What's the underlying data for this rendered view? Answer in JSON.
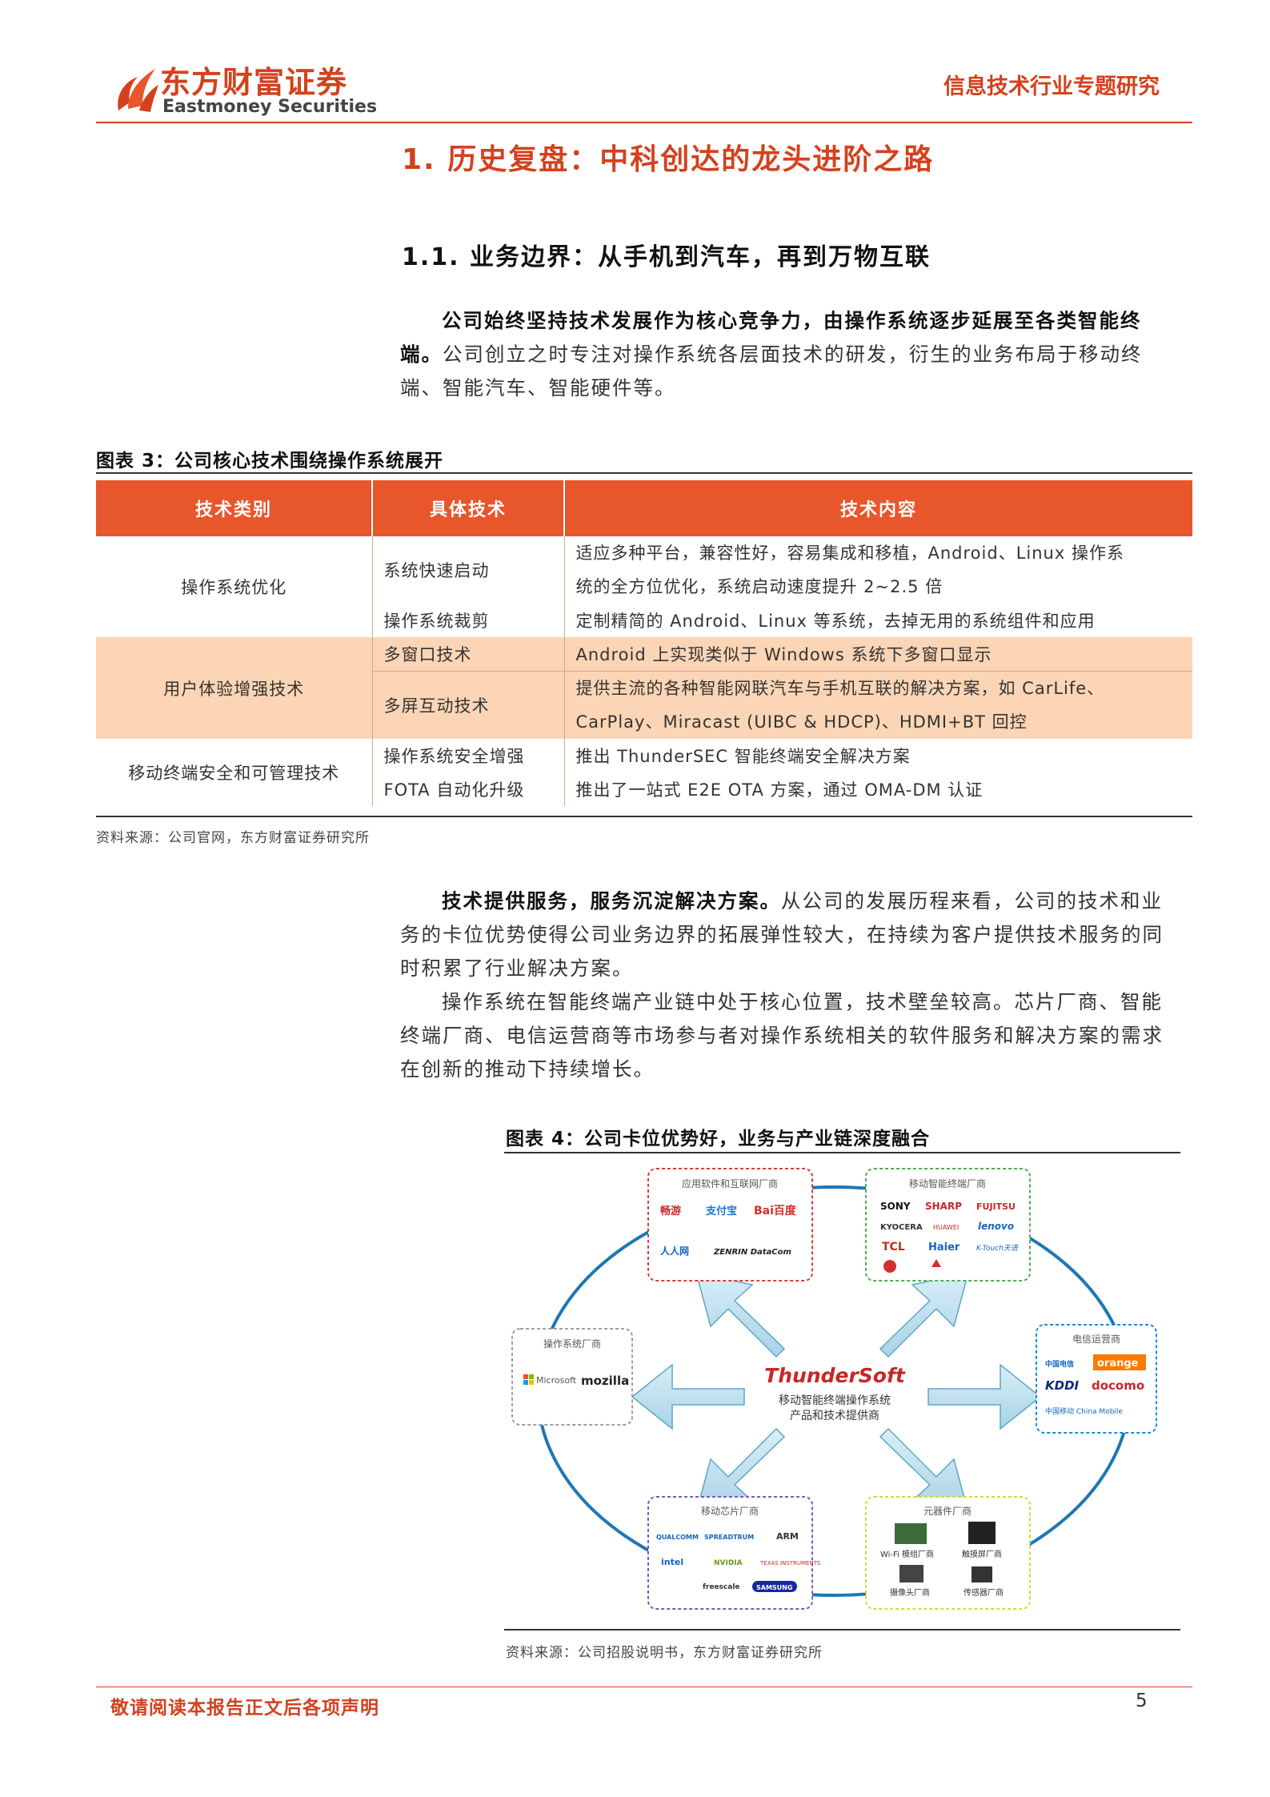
{
  "header": {
    "logo_cn": "东方财富证券",
    "logo_en": "Eastmoney Securities",
    "report_type": "信息技术行业专题研究"
  },
  "section": {
    "h1": "1. 历史复盘：中科创达的龙头进阶之路",
    "h2": "1.1.  业务边界：从手机到汽车，再到万物互联"
  },
  "intro": {
    "bold": "公司始终坚持技术发展作为核心竞争力，由操作系统逐步延展至各类智能终端。",
    "body": "公司创立之时专注对操作系统各层面技术的研发，衍生的业务布局于移动终端、智能汽车、智能硬件等。"
  },
  "fig3": {
    "title": "图表 3：公司核心技术围绕操作系统展开",
    "headers": [
      "技术类别",
      "具体技术",
      "技术内容"
    ],
    "rows": [
      {
        "category": "操作系统优化",
        "tech": "系统快速启动",
        "content_l1": "适应多种平台，兼容性好，容易集成和移植，Android、Linux 操作系",
        "content_l2": "统的全方位优化，系统启动速度提升 2~2.5 倍"
      },
      {
        "tech": "操作系统裁剪",
        "content": "定制精简的 Android、Linux 等系统，去掉无用的系统组件和应用"
      },
      {
        "category": "用户体验增强技术",
        "tech": "多窗口技术",
        "content": "Android 上实现类似于 Windows 系统下多窗口显示"
      },
      {
        "tech": "多屏互动技术",
        "content_l1": "提供主流的各种智能网联汽车与手机互联的解决方案，如 CarLife、",
        "content_l2": "CarPlay、Miracast (UIBC & HDCP)、HDMI+BT 回控"
      },
      {
        "category": "移动终端安全和可管理技术",
        "tech": "操作系统安全增强",
        "content": "推出 ThunderSEC 智能终端安全解决方案"
      },
      {
        "tech": "FOTA 自动化升级",
        "content": "推出了一站式 E2E OTA 方案，通过 OMA-DM 认证"
      }
    ],
    "source": "资料来源：公司官网，东方财富证券研究所"
  },
  "body2": {
    "p1_bold": "技术提供服务，服务沉淀解决方案。",
    "p1": "从公司的发展历程来看，公司的技术和业务的卡位优势使得公司业务边界的拓展弹性较大，在持续为客户提供技术服务的同时积累了行业解决方案。",
    "p2": "操作系统在智能终端产业链中处于核心位置，技术壁垒较高。芯片厂商、智能终端厂商、电信运营商等市场参与者对操作系统相关的软件服务和解决方案的需求在创新的推动下持续增长。"
  },
  "fig4": {
    "title": "图表 4：公司卡位优势好，业务与产业链深度融合",
    "center_logo": "ThunderSoft",
    "center_l1": "移动智能终端操作系统",
    "center_l2": "产品和技术提供商",
    "box_apps": {
      "title": "应用软件和互联网厂商",
      "logos": [
        "畅游",
        "支付宝",
        "Bai百度",
        "人人网",
        "ZENRIN DataCom"
      ]
    },
    "box_devices": {
      "title": "移动智能终端厂商",
      "logos": [
        "SONY",
        "SHARP",
        "FUJITSU",
        "KYOCERA",
        "HUAWEI",
        "lenovo",
        "TCL",
        "Haier",
        "K-Touch天语"
      ]
    },
    "box_os": {
      "title": "操作系统厂商",
      "logos": [
        "Microsoft",
        "mozilla"
      ]
    },
    "box_telecom": {
      "title": "电信运营商",
      "logos": [
        "中国电信",
        "orange",
        "KDDI",
        "docomo",
        "中国移动 China Mobile"
      ]
    },
    "box_chips": {
      "title": "移动芯片厂商",
      "logos": [
        "QUALCOMM",
        "SPREADTRUM",
        "ARM",
        "intel",
        "NVIDIA",
        "TEXAS INSTRUMENTS",
        "freescale",
        "SAMSUNG"
      ]
    },
    "box_components": {
      "title": "元器件厂商",
      "items": [
        "Wi-Fi 模组厂商",
        "触摸屏厂商",
        "摄像头厂商",
        "传感器厂商"
      ]
    },
    "source": "资料来源：公司招股说明书，东方财富证券研究所"
  },
  "footer": {
    "disclaimer": "敬请阅读本报告正文后各项声明",
    "page": "5"
  },
  "colors": {
    "brand": "#d4411d",
    "table_header": "#e8562c",
    "peach": "#fbd5b5",
    "arrow": "#bfe1ef"
  }
}
